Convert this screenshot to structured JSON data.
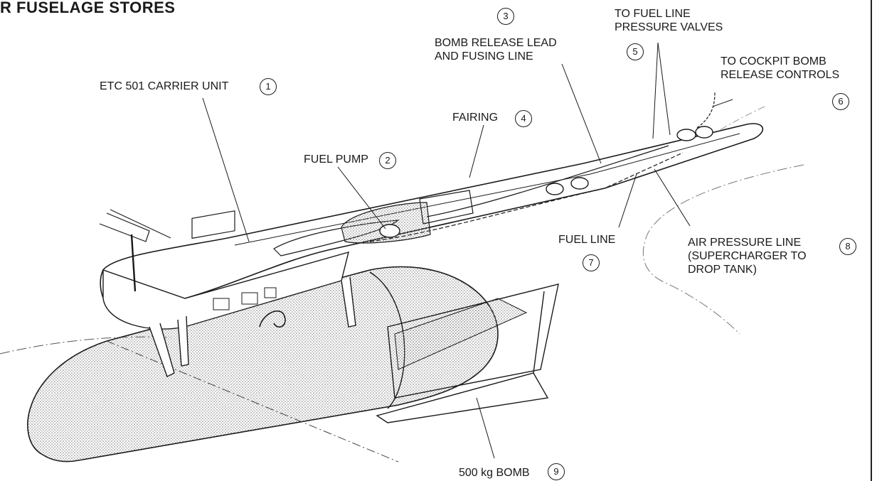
{
  "title": "R FUSELAGE STORES",
  "labels": {
    "carrier_unit": "ETC 501 CARRIER UNIT",
    "fuel_pump": "FUEL PUMP",
    "bomb_release_line1": "BOMB RELEASE LEAD",
    "bomb_release_line2": "AND FUSING LINE",
    "fairing": "FAIRING",
    "valves_line1": "TO FUEL LINE",
    "valves_line2": "PRESSURE VALVES",
    "cockpit_line1": "TO COCKPIT BOMB",
    "cockpit_line2": "RELEASE CONTROLS",
    "fuel_line": "FUEL LINE",
    "air_line1": "AIR PRESSURE LINE",
    "air_line2": "(SUPERCHARGER TO",
    "air_line3": "DROP TANK)",
    "bomb": "500 kg BOMB"
  },
  "numbers": {
    "n1": "1",
    "n2": "2",
    "n3": "3",
    "n4": "4",
    "n5": "5",
    "n6": "6",
    "n7": "7",
    "n8": "8",
    "n9": "9"
  },
  "colors": {
    "ink": "#1a1a1a",
    "stipple": "#9a9a9a",
    "background": "#ffffff"
  }
}
